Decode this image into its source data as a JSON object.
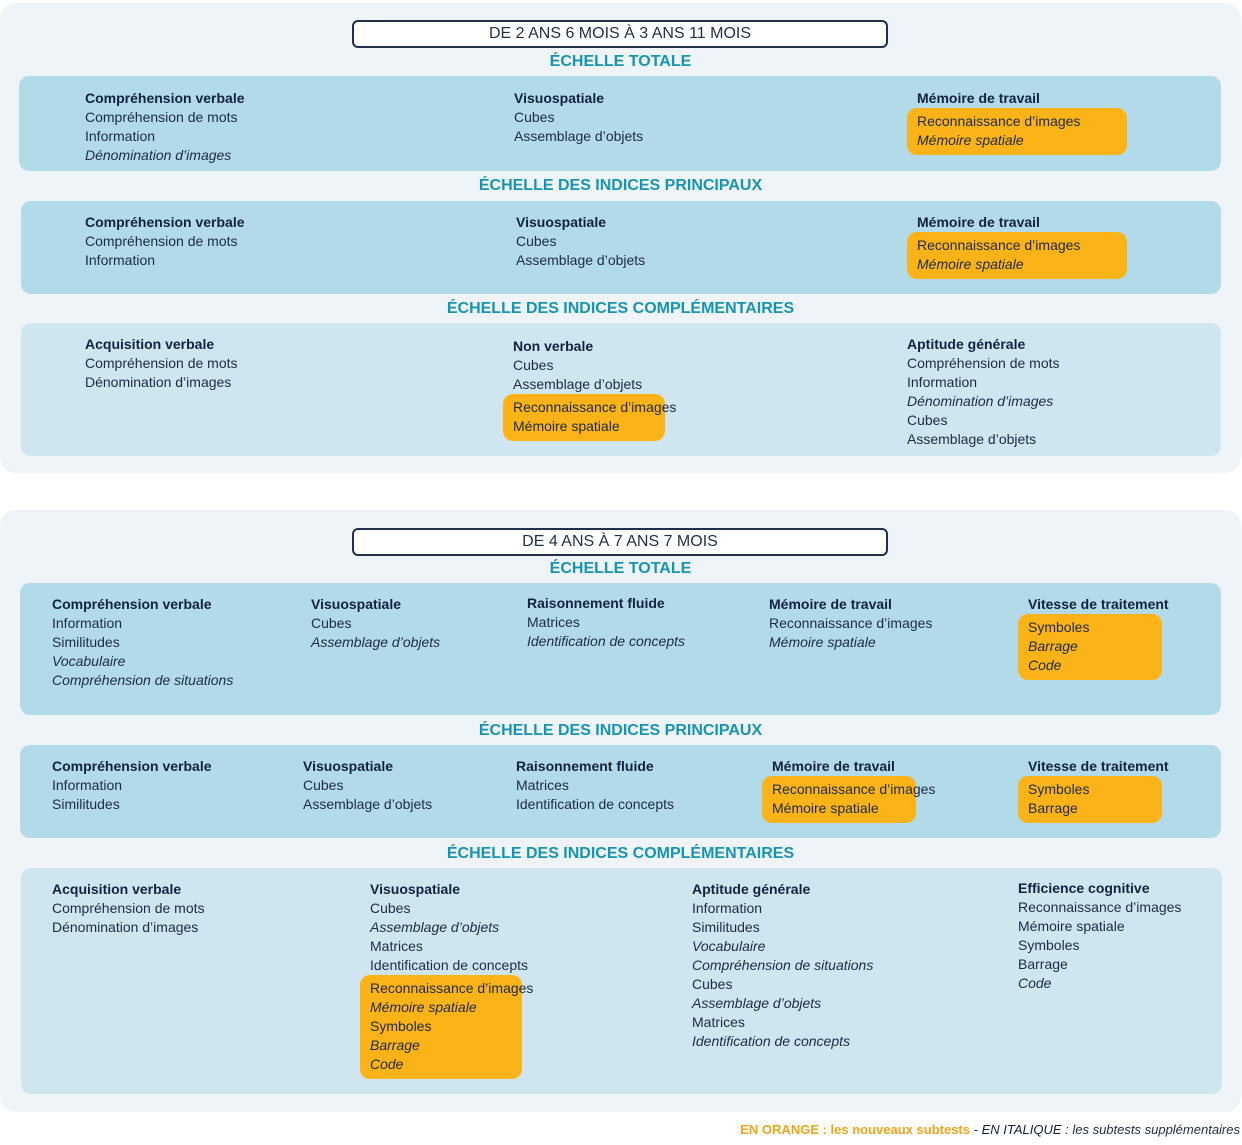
{
  "section1": {
    "age": "DE 2 ANS 6 MOIS À 3 ANS 11 MOIS",
    "scales": [
      {
        "title": "ÉCHELLE TOTALE",
        "columns": [
          {
            "heading": "Compréhension verbale",
            "items": [
              {
                "text": "Compréhension de mots"
              },
              {
                "text": "Information"
              },
              {
                "text": "Dénomination d’images",
                "italic": true
              }
            ]
          },
          {
            "heading": "Visuospatiale",
            "items": [
              {
                "text": "Cubes"
              },
              {
                "text": "Assemblage d’objets"
              }
            ]
          },
          {
            "heading": "Mémoire de travail",
            "items": [
              {
                "text": "Reconnaissance d’images",
                "new": true
              },
              {
                "text": "Mémoire spatiale",
                "italic": true,
                "new": true
              }
            ]
          }
        ]
      },
      {
        "title": "ÉCHELLE DES INDICES PRINCIPAUX",
        "columns": [
          {
            "heading": "Compréhension verbale",
            "items": [
              {
                "text": "Compréhension de mots"
              },
              {
                "text": "Information"
              }
            ]
          },
          {
            "heading": "Visuospatiale",
            "items": [
              {
                "text": "Cubes"
              },
              {
                "text": "Assemblage d’objets"
              }
            ]
          },
          {
            "heading": "Mémoire de travail",
            "items": [
              {
                "text": "Reconnaissance d’images",
                "new": true
              },
              {
                "text": "Mémoire spatiale",
                "italic": true,
                "new": true
              }
            ]
          }
        ]
      },
      {
        "title": "ÉCHELLE DES INDICES COMPLÉMENTAIRES",
        "columns": [
          {
            "heading": "Acquisition verbale",
            "items": [
              {
                "text": "Compréhension de mots"
              },
              {
                "text": "Dénomination d’images"
              }
            ]
          },
          {
            "heading": "Non verbale",
            "items": [
              {
                "text": "Cubes"
              },
              {
                "text": "Assemblage d’objets"
              },
              {
                "text": "Reconnaissance d’images",
                "new": true
              },
              {
                "text": "Mémoire spatiale",
                "new": true
              }
            ]
          },
          {
            "heading": "Aptitude générale",
            "items": [
              {
                "text": "Compréhension de mots"
              },
              {
                "text": "Information"
              },
              {
                "text": "Dénomination d’images",
                "italic": true
              },
              {
                "text": "Cubes"
              },
              {
                "text": "Assemblage d’objets"
              }
            ]
          }
        ]
      }
    ]
  },
  "section2": {
    "age": "DE 4 ANS À 7 ANS 7 MOIS",
    "scales": [
      {
        "title": "ÉCHELLE TOTALE",
        "columns": [
          {
            "heading": "Compréhension verbale",
            "items": [
              {
                "text": "Information"
              },
              {
                "text": "Similitudes"
              },
              {
                "text": "Vocabulaire",
                "italic": true
              },
              {
                "text": "Compréhension de situations",
                "italic": true
              }
            ]
          },
          {
            "heading": "Visuospatiale",
            "items": [
              {
                "text": "Cubes"
              },
              {
                "text": "Assemblage d’objets",
                "italic": true
              }
            ]
          },
          {
            "heading": "Raisonnement fluide",
            "items": [
              {
                "text": "Matrices"
              },
              {
                "text": "Identification de concepts",
                "italic": true
              }
            ]
          },
          {
            "heading": "Mémoire de travail",
            "items": [
              {
                "text": "Reconnaissance d’images"
              },
              {
                "text": "Mémoire spatiale",
                "italic": true
              }
            ]
          },
          {
            "heading": "Vitesse de traitement",
            "items": [
              {
                "text": "Symboles",
                "new": true
              },
              {
                "text": "Barrage",
                "italic": true,
                "new": true
              },
              {
                "text": "Code",
                "italic": true,
                "new": true
              }
            ]
          }
        ]
      },
      {
        "title": "ÉCHELLE DES INDICES PRINCIPAUX",
        "columns": [
          {
            "heading": "Compréhension verbale",
            "items": [
              {
                "text": "Information"
              },
              {
                "text": "Similitudes"
              }
            ]
          },
          {
            "heading": "Visuospatiale",
            "items": [
              {
                "text": "Cubes"
              },
              {
                "text": "Assemblage d’objets"
              }
            ]
          },
          {
            "heading": "Raisonnement fluide",
            "items": [
              {
                "text": "Matrices"
              },
              {
                "text": "Identification de concepts"
              }
            ]
          },
          {
            "heading": "Mémoire de travail",
            "items": [
              {
                "text": "Reconnaissance d’images",
                "new": true
              },
              {
                "text": "Mémoire spatiale",
                "new": true
              }
            ]
          },
          {
            "heading": "Vitesse de traitement",
            "items": [
              {
                "text": "Symboles",
                "new": true
              },
              {
                "text": "Barrage",
                "new": true
              }
            ]
          }
        ]
      },
      {
        "title": "ÉCHELLE DES INDICES COMPLÉMENTAIRES",
        "columns": [
          {
            "heading": "Acquisition verbale",
            "items": [
              {
                "text": "Compréhension de mots"
              },
              {
                "text": "Dénomination d’images"
              }
            ]
          },
          {
            "heading": "Visuospatiale",
            "items": [
              {
                "text": "Cubes"
              },
              {
                "text": "Assemblage d’objets",
                "italic": true
              },
              {
                "text": "Matrices"
              },
              {
                "text": "Identification de concepts"
              },
              {
                "text": "Reconnaissance d’images",
                "new": true
              },
              {
                "text": "Mémoire spatiale",
                "italic": true,
                "new": true
              },
              {
                "text": "Symboles",
                "new": true
              },
              {
                "text": "Barrage",
                "italic": true,
                "new": true
              },
              {
                "text": "Code",
                "italic": true,
                "new": true
              }
            ]
          },
          {
            "heading": "Aptitude générale",
            "items": [
              {
                "text": "Information"
              },
              {
                "text": "Similitudes"
              },
              {
                "text": "Vocabulaire",
                "italic": true
              },
              {
                "text": "Compréhension de situations",
                "italic": true
              },
              {
                "text": "Cubes"
              },
              {
                "text": "Assemblage d’objets",
                "italic": true
              },
              {
                "text": "Matrices"
              },
              {
                "text": "Identification de concepts",
                "italic": true
              }
            ]
          },
          {
            "heading": "Efficience cognitive",
            "items": [
              {
                "text": "Reconnaissance d’images"
              },
              {
                "text": "Mémoire spatiale"
              },
              {
                "text": "Symboles"
              },
              {
                "text": "Barrage"
              },
              {
                "text": "Code",
                "italic": true
              }
            ]
          }
        ]
      }
    ]
  },
  "legend": {
    "orange": "EN ORANGE : les nouveaux subtests",
    "sep": " - ",
    "italic_label": "EN ITALIQUE",
    "italic_rest": " : les subtests supplémentaires"
  },
  "colors": {
    "highlight": "#fbb317",
    "title": "#1595b0",
    "panel_dark": "#b3dae8",
    "panel_light": "#cfe6f0"
  }
}
